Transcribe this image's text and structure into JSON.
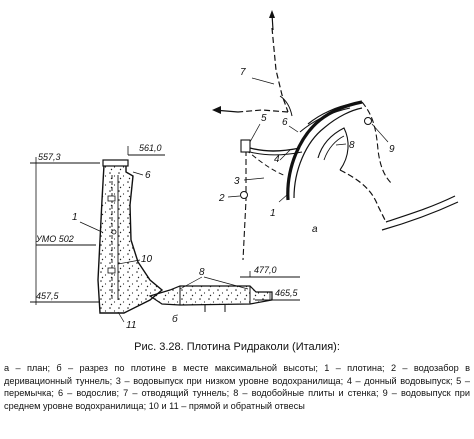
{
  "caption": "Рис. 3.28. Плотина Ридраколи (Италия):",
  "legend": "а – план; б – разрез по плотине в месте максимальной высоты; 1 – плотина; 2 – водозабор в деривационный туннель; 3 – водовыпуск при низком уровне водохранилища; 4 – донный водовыпуск; 5 – перемычка; 6 – водослив; 7 – отводящий туннель; 8 – водобойные плиты и стенка; 9 – водовыпуск при среднем уровне водохранилища; 10 и 11 – прямой и обратный отвесы",
  "section": {
    "elev_557": "557,3",
    "elev_561": "561,0",
    "elev_502": "УМО 502",
    "elev_477": "477,0",
    "elev_465": "465,5",
    "elev_457": "457,5",
    "view_label": "б",
    "labels": {
      "n1": "1",
      "n6": "6",
      "n8": "8",
      "n10": "10",
      "n11": "11"
    }
  },
  "plan": {
    "view_label": "а",
    "labels": {
      "n1": "1",
      "n2": "2",
      "n3": "3",
      "n4": "4",
      "n5": "5",
      "n6": "6",
      "n7": "7",
      "n8": "8",
      "n9": "9"
    }
  }
}
